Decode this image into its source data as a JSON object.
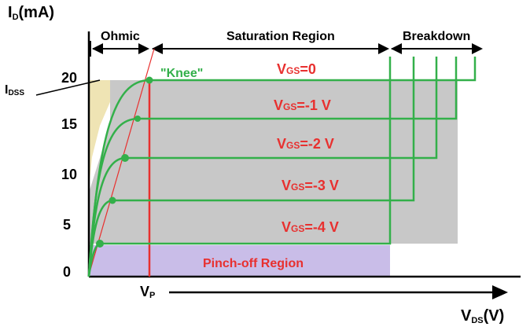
{
  "y_axis": {
    "label_main": "I",
    "label_sub": "D",
    "label_unit": "(mA)"
  },
  "x_axis": {
    "label_main": "V",
    "label_sub": "DS",
    "label_unit": "(V)"
  },
  "y_ticks": [
    "0",
    "5",
    "10",
    "15",
    "20"
  ],
  "idss": {
    "main": "I",
    "sub": "DSS"
  },
  "vp": {
    "main": "V",
    "sub": "P"
  },
  "regions": {
    "ohmic": "Ohmic",
    "saturation": "Saturation Region",
    "breakdown": "Breakdown",
    "pinch_off": "Pinch-off Region"
  },
  "knee": "\"Knee\"",
  "curves": [
    {
      "prefix": "V",
      "sub": "GS",
      "value": "=0"
    },
    {
      "prefix": "V",
      "sub": "GS",
      "value": "=-1 V"
    },
    {
      "prefix": "V",
      "sub": "GS",
      "value": "=-2 V"
    },
    {
      "prefix": "V",
      "sub": "GS",
      "value": "=-3 V"
    },
    {
      "prefix": "V",
      "sub": "GS",
      "value": "=-4 V"
    }
  ],
  "colors": {
    "curve": "#33b04a",
    "label": "#e8302f",
    "saturation_fill": "#c8c8c8",
    "pinch_fill": "#c9bde8",
    "ohmic_fill": "#efe4b4"
  }
}
